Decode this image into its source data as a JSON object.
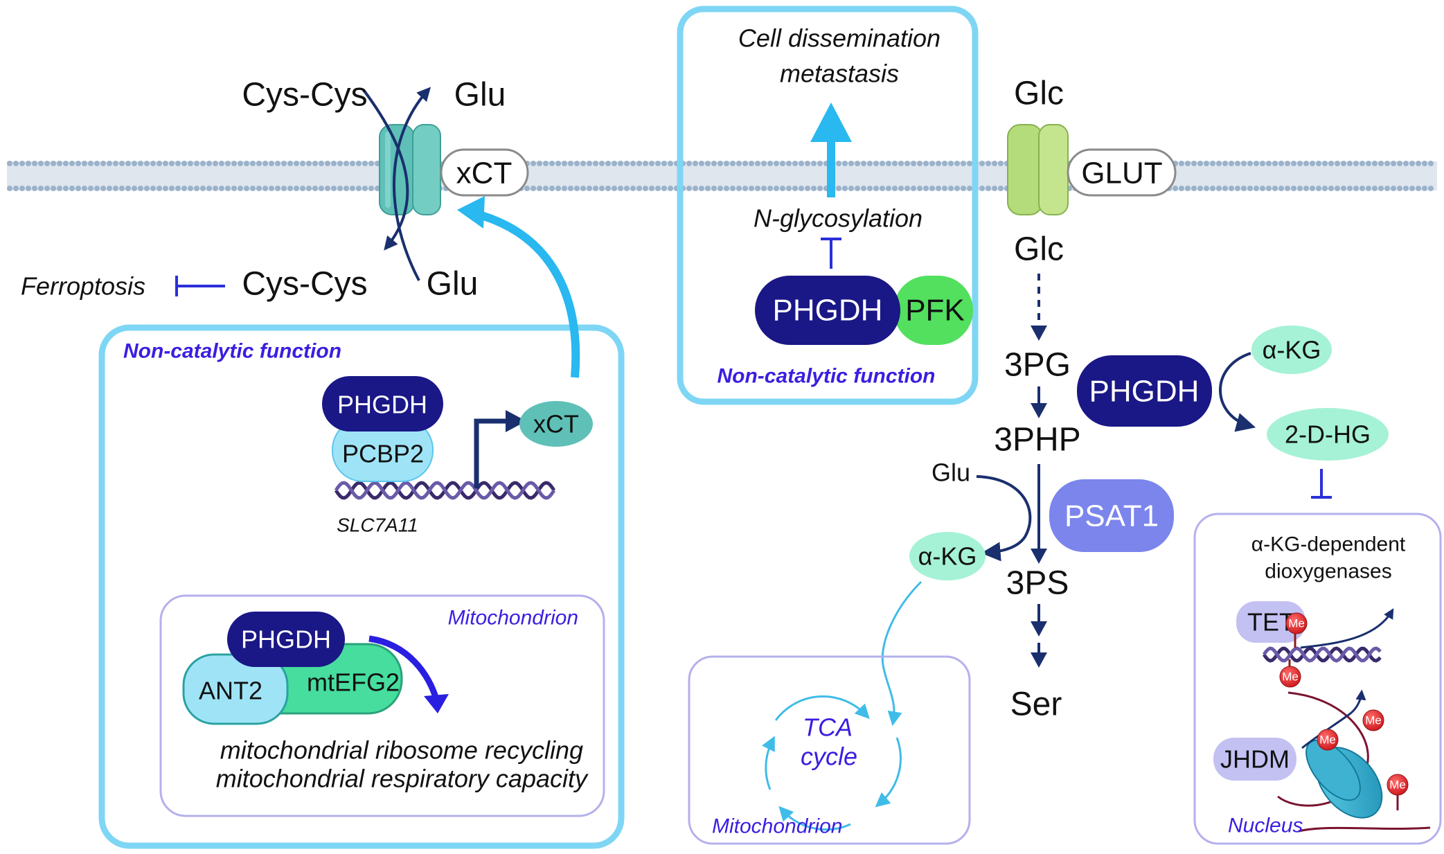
{
  "membrane": {
    "transporters": {
      "xct_label": "xCT",
      "glut_label": "GLUT"
    }
  },
  "metabolites": {
    "cys_out": "Cys-Cys",
    "glu_out": "Glu",
    "cys_in": "Cys-Cys",
    "glu_in": "Glu",
    "glc_out": "Glc",
    "glc_in": "Glc"
  },
  "ferroptosis": "Ferroptosis",
  "box_noncatalytic_left": {
    "title": "Non-catalytic function",
    "phgdh": "PHGDH",
    "pcbp2": "PCBP2",
    "gene": "SLC7A11",
    "xct": "xCT",
    "mito": {
      "title": "Mitochondrion",
      "phgdh": "PHGDH",
      "ant2": "ANT2",
      "mtefg2": "mtEFG2",
      "effect1": "mitochondrial ribosome recycling",
      "effect2": "mitochondrial respiratory capacity"
    }
  },
  "box_noncatalytic_top": {
    "title": "Non-catalytic function",
    "outcome1": "Cell dissemination",
    "outcome2": "metastasis",
    "process": "N-glycosylation",
    "phgdh": "PHGDH",
    "pfk": "PFK"
  },
  "pathway": {
    "p3pg": "3PG",
    "p3php": "3PHP",
    "p3ps": "3PS",
    "ser": "Ser",
    "glu": "Glu",
    "akg_left": "α-KG",
    "psat1": "PSAT1",
    "phgdh": "PHGDH",
    "akg_right": "α-KG",
    "dhg": "2-D-HG"
  },
  "tca_box": {
    "title": "Mitochondrion",
    "tca1": "TCA",
    "tca2": "cycle"
  },
  "nucleus_box": {
    "title": "Nucleus",
    "heading1": "α-KG-dependent",
    "heading2": "dioxygenases",
    "tet": "TET",
    "jhdm": "JHDM",
    "me": "Me"
  },
  "colors": {
    "phgdh_navy": "#1a1786",
    "light_blue": "#5cc6ee",
    "arrow_navy": "#1a2f6e",
    "mint": "#a5f2d6",
    "teal_channel": "#5fc0b7",
    "glut_green": "#b4dc7b",
    "pfk_green": "#52e05e",
    "psat1_blue": "#7b85ec",
    "lavender_border": "#b5b0ec",
    "label_purple": "#3a1ee0",
    "me_red": "#e8242a"
  }
}
